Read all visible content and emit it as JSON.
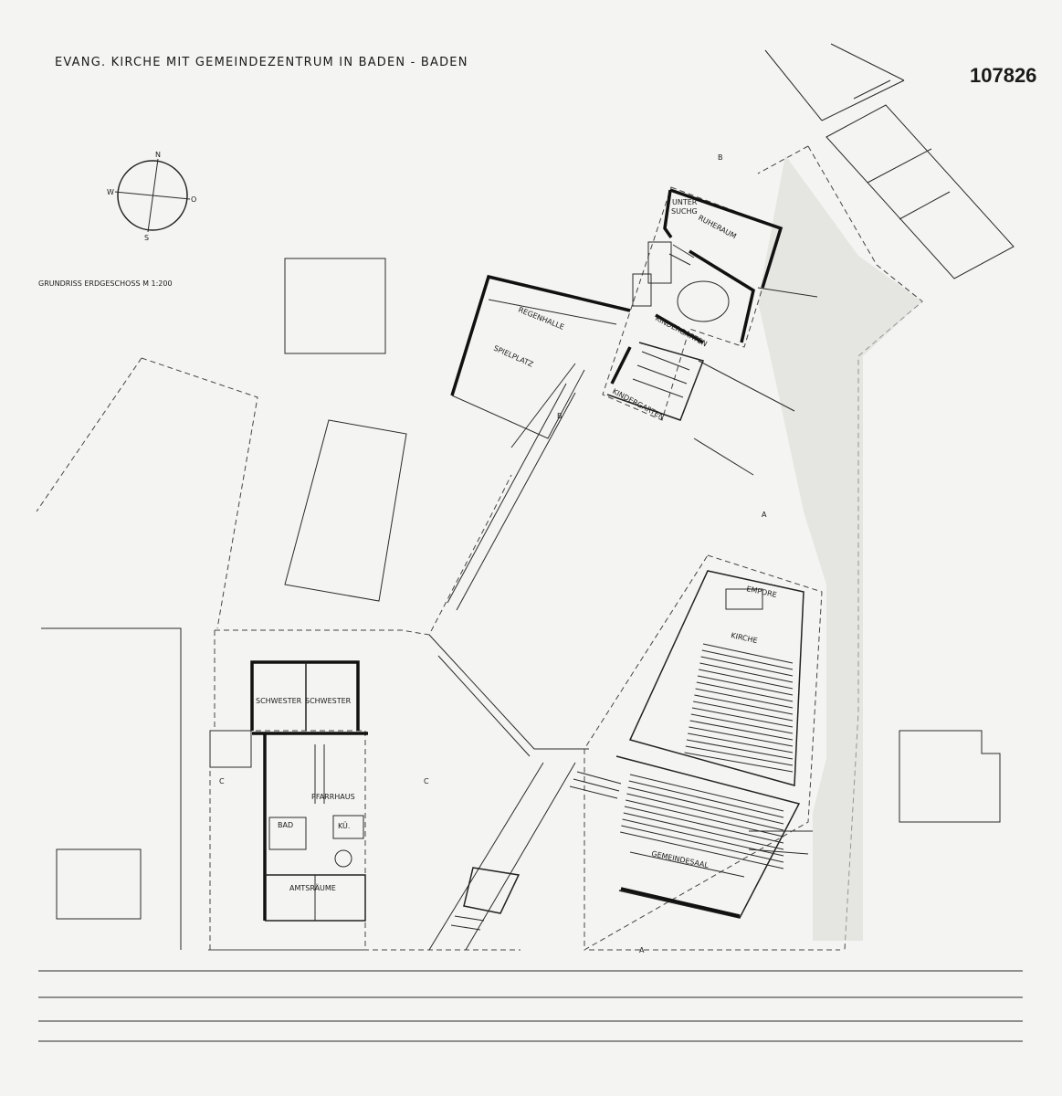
{
  "sheet": {
    "title": "EVANG. KIRCHE MIT GEMEINDEZENTRUM IN BADEN - BADEN",
    "number": "107826",
    "subtitle": "GRUNDRISS ERDGESCHOSS M 1:200"
  },
  "compass": {
    "n": "N",
    "s": "S",
    "w": "W",
    "o": "O"
  },
  "sections": {
    "a": "A",
    "b": "B",
    "c": "C"
  },
  "rooms": {
    "untersuch": [
      "UNTER",
      "SUCHG"
    ],
    "ruheraum": "RUHERAUM",
    "kindergarten_1": "KINDERGARTEN",
    "kindergarten_2": "KINDERGARTEN",
    "regenhalle": "REGENHALLE",
    "spielplatz": "SPIELPLATZ",
    "empore": "EMPORE",
    "kirche": "KIRCHE",
    "gemeindesaal": "GEMEINDESAAL",
    "schwester_1": "SCHWESTER",
    "schwester_2": "SCHWESTER",
    "pfarrhaus": "PFARRHAUS",
    "bad": "BAD",
    "kueche": "KÜ.",
    "amtsraeume": "AMTSRÄUME"
  },
  "colors": {
    "paper": "#f4f4f2",
    "ink": "#1a1a1a"
  }
}
